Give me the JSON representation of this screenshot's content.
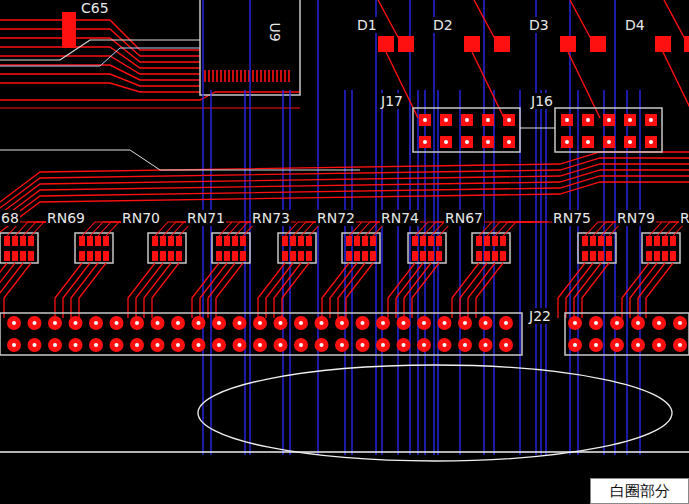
{
  "diagram": {
    "nodes": [
      {
        "text": [
          "白圈部分"
        ]
      }
    ],
    "labels": [
      "C65",
      "U9",
      "D1",
      "D2",
      "D3",
      "D4",
      "J17",
      "J16",
      "68",
      "RN69",
      "RN70",
      "RN71",
      "RN73",
      "RN72",
      "RN74",
      "RN67",
      "RN75",
      "RN79",
      "R",
      "J22"
    ]
  }
}
